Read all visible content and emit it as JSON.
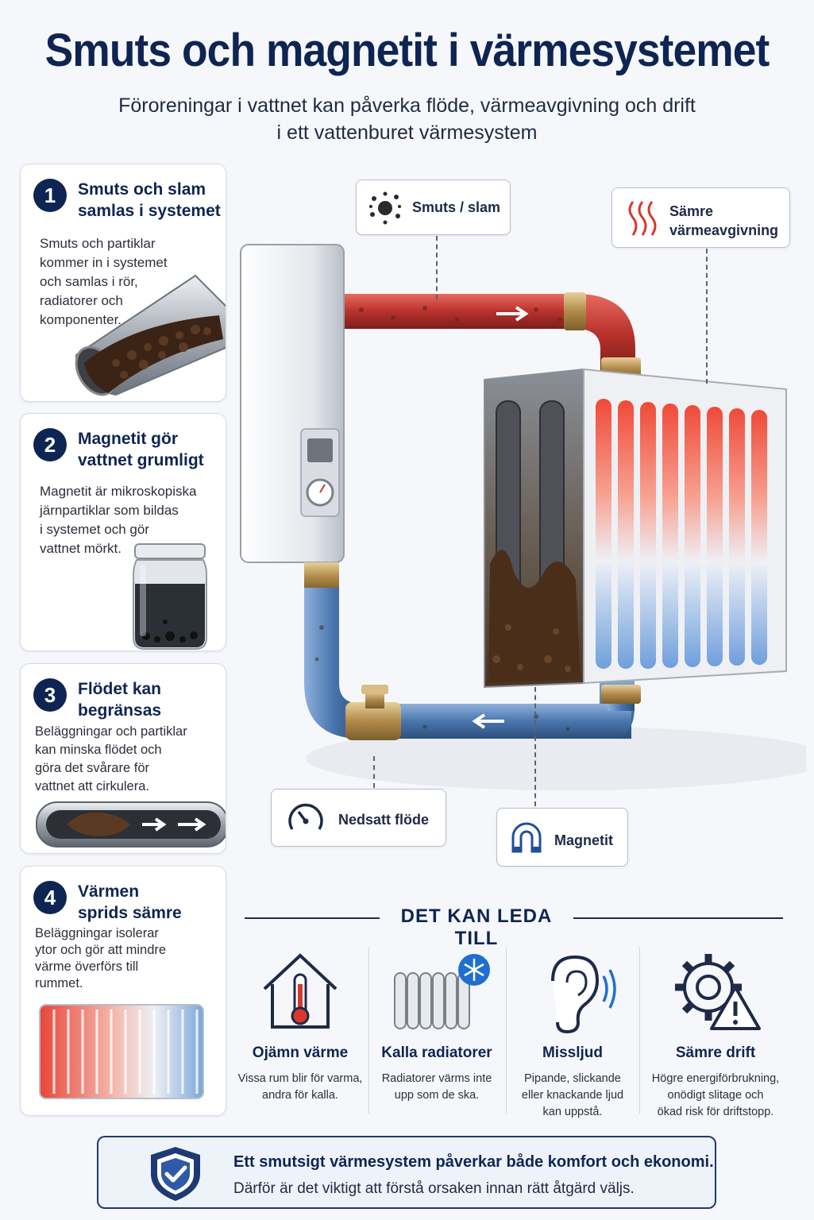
{
  "header": {
    "title": "Smuts och magnetit i värmesystemet",
    "subtitle_line1": "Föroreningar i vattnet kan påverka flöde, värmeavgivning och drift",
    "subtitle_line2": "i ett vattenburet värmesystem"
  },
  "cards": [
    {
      "number": "1",
      "title_l1": "Smuts och slam",
      "title_l2": "samlas i systemet",
      "body": [
        "Smuts och partiklar",
        "kommer in i systemet",
        "och samlas i rör,",
        "radiatorer och",
        "komponenter."
      ]
    },
    {
      "number": "2",
      "title_l1": "Magnetit gör",
      "title_l2": "vattnet grumligt",
      "body": [
        "Magnetit är mikroskopiska",
        "järnpartiklar som bildas",
        "i systemet och gör",
        "vattnet mörkt."
      ]
    },
    {
      "number": "3",
      "title_l1": "Flödet kan",
      "title_l2": "begränsas",
      "body": [
        "Beläggningar och partiklar",
        "kan minska flödet och",
        "göra det svårare för",
        "vattnet att cirkulera."
      ]
    },
    {
      "number": "4",
      "title_l1": "Värmen",
      "title_l2": "sprids sämre",
      "body": [
        "Beläggningar isolerar",
        "ytor och gör att mindre",
        "värme överförs till",
        "rummet."
      ]
    }
  ],
  "callouts": {
    "sludge": "Smuts / slam",
    "heat_l1": "Sämre",
    "heat_l2": "värmeavgivning",
    "flow": "Nedsatt flöde",
    "magnetite": "Magnetit"
  },
  "consequences": {
    "heading": "DET KAN LEDA TILL",
    "items": [
      {
        "title": "Ojämn värme",
        "desc": [
          "Vissa rum blir för varma,",
          "andra för kalla."
        ]
      },
      {
        "title": "Kalla radiatorer",
        "desc": [
          "Radiatorer värms inte",
          "upp som de ska."
        ]
      },
      {
        "title": "Missljud",
        "desc": [
          "Pipande, slickande",
          "eller knackande ljud",
          "kan uppstå."
        ]
      },
      {
        "title": "Sämre drift",
        "desc": [
          "Högre energiförbrukning,",
          "onödigt slitage och",
          "ökad risk för driftstopp."
        ]
      }
    ]
  },
  "banner": {
    "line1": "Ett smutsigt värmesystem påverkar både komfort och ekonomi.",
    "line2": "Därför är det viktigt att förstå orsaken innan rätt åtgärd väljs."
  },
  "colors": {
    "navy": "#0e2553",
    "hot": "#d8382d",
    "cold": "#4f86c6",
    "sludge": "#4a2e1a"
  }
}
